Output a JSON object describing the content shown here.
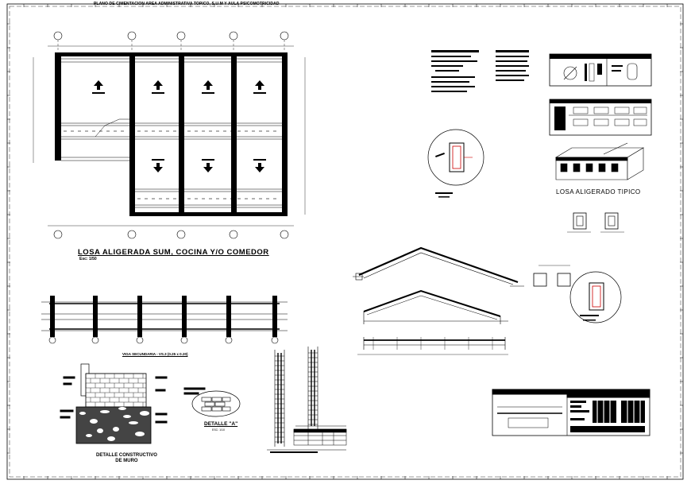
{
  "sheet": {
    "title": "PLANO DE CIMENTACION AREA ADMINISTRATIVA TOPICO, S.U.M Y AULA PSICOMOTRICIDAD",
    "colors": {
      "ink": "#000000",
      "paper": "#ffffff",
      "accent": "#cc0000"
    }
  },
  "plan": {
    "title": "LOSA ALIGERADA  SUM,  COCINA  Y/O  COMEDOR",
    "scale": "Esc: 1/50"
  },
  "details": {
    "losa_aligerado_tipico": "LOSA ALIGERADO TIPICO",
    "viga_secundaria": "VIGA SECUNDARIA - VS.3  (0.25 x 0.20)",
    "detalle_a": "DETALLE \"A\"",
    "detalle_a_scale": "ESC: 1/10",
    "detalle_constructivo_muro_line1": "DETALLE CONSTRUCTIVO",
    "detalle_constructivo_muro_line2": "DE MURO"
  }
}
